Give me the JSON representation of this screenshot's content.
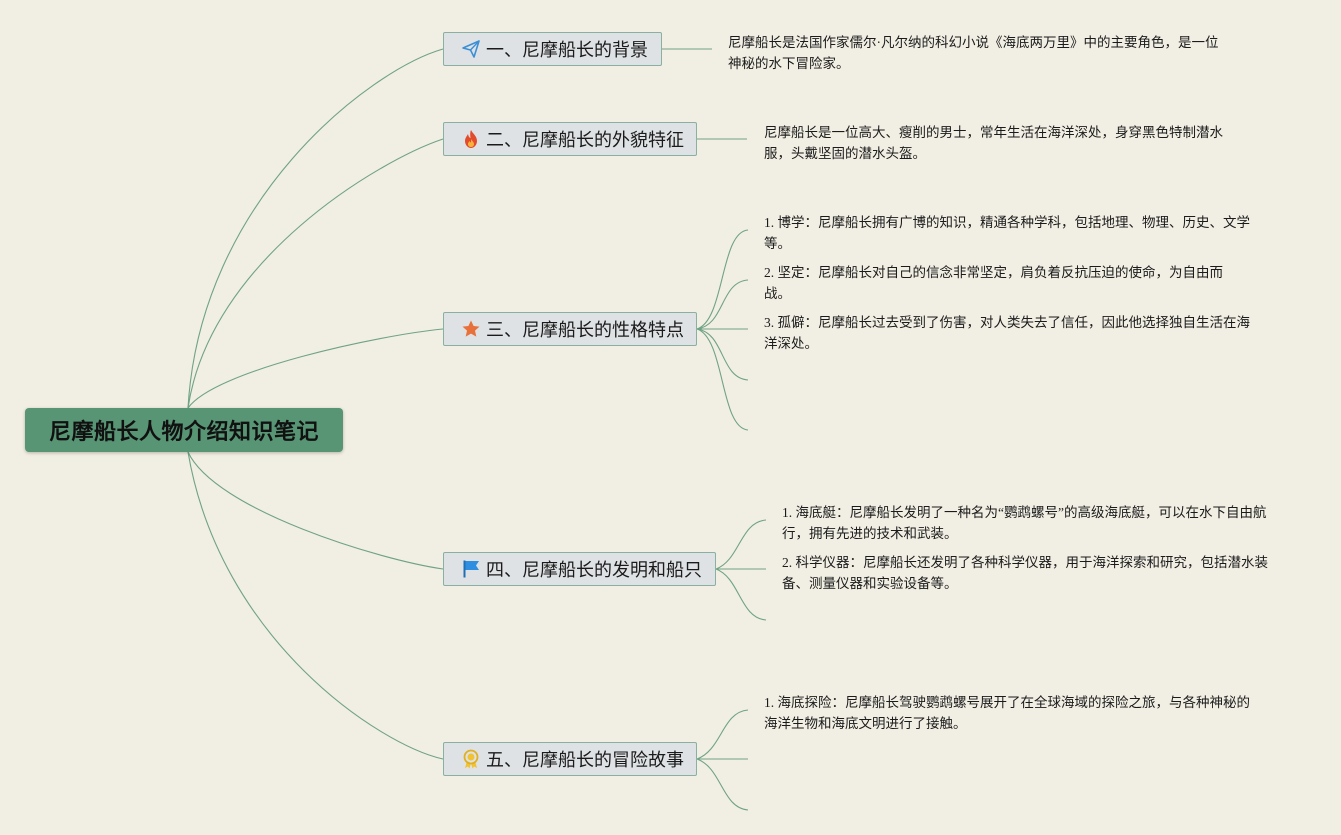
{
  "root": {
    "title": "尼摩船长人物介绍知识笔记"
  },
  "branches": [
    {
      "label": "一、尼摩船长的背景",
      "icon": "paper-plane-icon",
      "leaves": [
        "尼摩船长是法国作家儒尔·凡尔纳的科幻小说《海底两万里》中的主要角色，是一位神秘的水下冒险家。"
      ]
    },
    {
      "label": "二、尼摩船长的外貌特征",
      "icon": "fire-icon",
      "leaves": [
        "尼摩船长是一位高大、瘦削的男士，常年生活在海洋深处，身穿黑色特制潜水服，头戴坚固的潜水头盔。"
      ]
    },
    {
      "label": "三、尼摩船长的性格特点",
      "icon": "star-icon",
      "leaves": [
        "1. 博学：尼摩船长拥有广博的知识，精通各种学科，包括地理、物理、历史、文学等。",
        "2. 坚定：尼摩船长对自己的信念非常坚定，肩负着反抗压迫的使命，为自由而战。",
        "3. 孤僻：尼摩船长过去受到了伤害，对人类失去了信任，因此他选择独自生活在海洋深处。"
      ]
    },
    {
      "label": "四、尼摩船长的发明和船只",
      "icon": "flag-icon",
      "leaves": [
        "1. 海底艇：尼摩船长发明了一种名为“鹦鹉螺号”的高级海底艇，可以在水下自由航行，拥有先进的技术和武装。",
        "2. 科学仪器：尼摩船长还发明了各种科学仪器，用于海洋探索和研究，包括潜水装备、测量仪器和实验设备等。"
      ]
    },
    {
      "label": "五、尼摩船长的冒险故事",
      "icon": "medal-icon",
      "leaves": [
        "1. 海底探险：尼摩船长驾驶鹦鹉螺号展开了在全球海域的探险之旅，与各种神秘的海洋生物和海底文明进行了接触。"
      ]
    }
  ],
  "colors": {
    "background": "#f1eee3",
    "root_fill": "#589574",
    "branch_fill": "#dfe2e4",
    "branch_border": "#8ab0a2",
    "connector": "#6fa386"
  }
}
